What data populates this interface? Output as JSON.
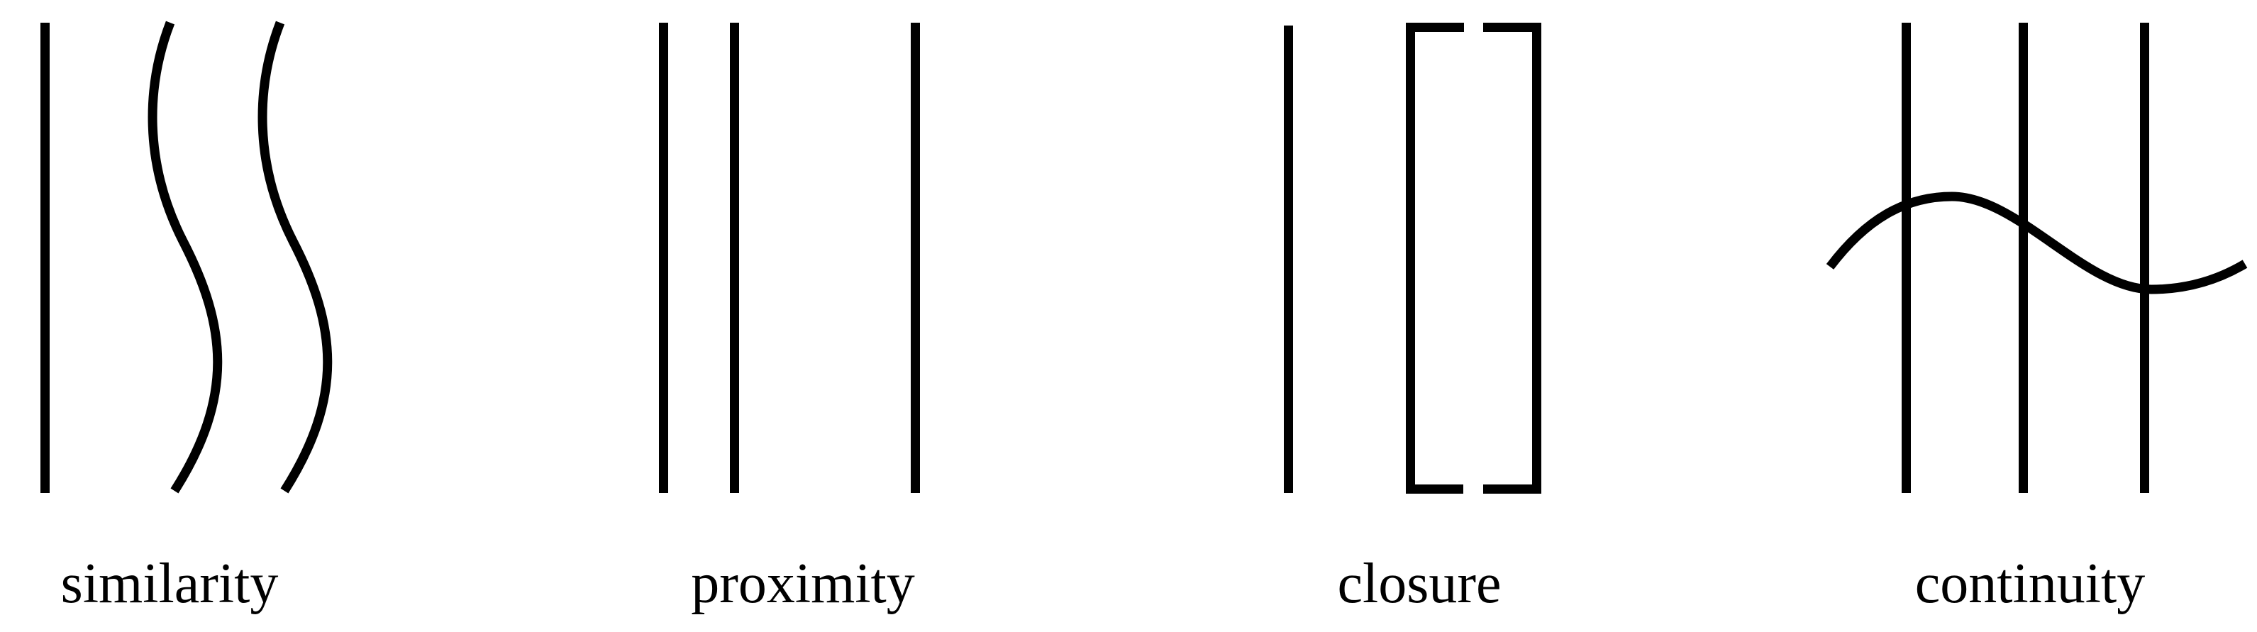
{
  "page": {
    "background": "#ffffff"
  },
  "diagram": {
    "type": "gestalt-principles-illustration",
    "stroke_color": "#000000",
    "label_color": "#000000",
    "groups": [
      {
        "key": "similarity",
        "label": "similarity"
      },
      {
        "key": "proximity",
        "label": "proximity"
      },
      {
        "key": "closure",
        "label": "closure"
      },
      {
        "key": "continuity",
        "label": "continuity"
      }
    ]
  }
}
